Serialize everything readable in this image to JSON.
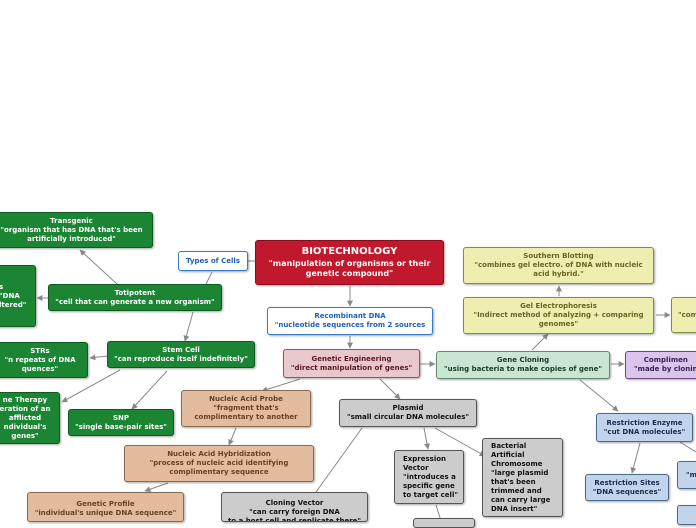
{
  "nodes": {
    "biotech": {
      "title": "BIOTECHNOLOGY",
      "subtitle": "\"manipulation of organisms or their genetic compound\""
    },
    "types_of_cells": "Types of Cells",
    "transgenic": "Transgenic\n\"organism that has DNA that's been\nartificially introduced\"",
    "totipotent": "Totipotent\n\"cell that can generate a new organism\"",
    "altered": "s\n\"DNA\nltered\"",
    "stem_cell": "Stem Cell\n\"can reproduce itself indefinitely\"",
    "strs": "STRs\n\"n repeats of DNA\nquences\"",
    "gene_therapy": "ne Therapy\neration of an\nafflicted\nndividual's\ngenes\"",
    "snp": "SNP\n\"single base-pair sites\"",
    "nucleic_probe": "Nucleic Acid Probe\n\"fragment that's\ncomplimentary to another",
    "nucleic_hybrid": "Nucleic Acid Hybridization\n\"process of nucleic acid identifying\ncomplimentary sequence",
    "genetic_profile": "Genetic Profile\n\"individual's unique DNA sequence\"",
    "recombinant": "Recombinant DNA\n\"nucleotide sequences from 2 sources",
    "genetic_eng": "Genetic Engineering\n\"direct manipulation of genes\"",
    "plasmid": "Plasmid\n\"small circular DNA molecules\"",
    "cloning_vector": "Cloning Vector\n\"can carry foreign DNA\nto a host cell and replicate there\"",
    "expression_vector": "Expression\nVector\n\"introduces a\nspecific gene\nto target cell\"",
    "bac": "Bacterial\nArtificial\nChromosome\n\"large plasmid\nthat's been\ntrimmed and\ncan carry large\nDNA insert\"",
    "gene_cloning": "Gene Cloning\n\"using bacteria to make copies of gene\"",
    "southern": "Southern Blotting\n\"combines gel electro. of DNA with nucleic\nacid hybrid.\"",
    "gel": "Gel Electrophoresis\n\"Indirect method of analyzing + comparing\ngenomes\"",
    "gel_right": "\"com",
    "compliment": "Complimen\n\"made by clonin",
    "restriction_enzyme": "Restriction Enzyme\n\"cut DNA molecules\"",
    "restriction_sites": "Restriction Sites\n\"DNA sequences\"",
    "far_right": "\"m"
  },
  "colors": {
    "green": "#1b8534",
    "red": "#c0182d",
    "blue_text": "#1f5fb8",
    "pink": "#e8c8cc",
    "mint": "#c8e6d2",
    "gray": "#cccccc",
    "tan": "#e2bc9d",
    "yellow": "#eeeeb0",
    "lavender": "#dcc4ec",
    "light_blue": "#c2d4ec",
    "connector": "#888888"
  }
}
